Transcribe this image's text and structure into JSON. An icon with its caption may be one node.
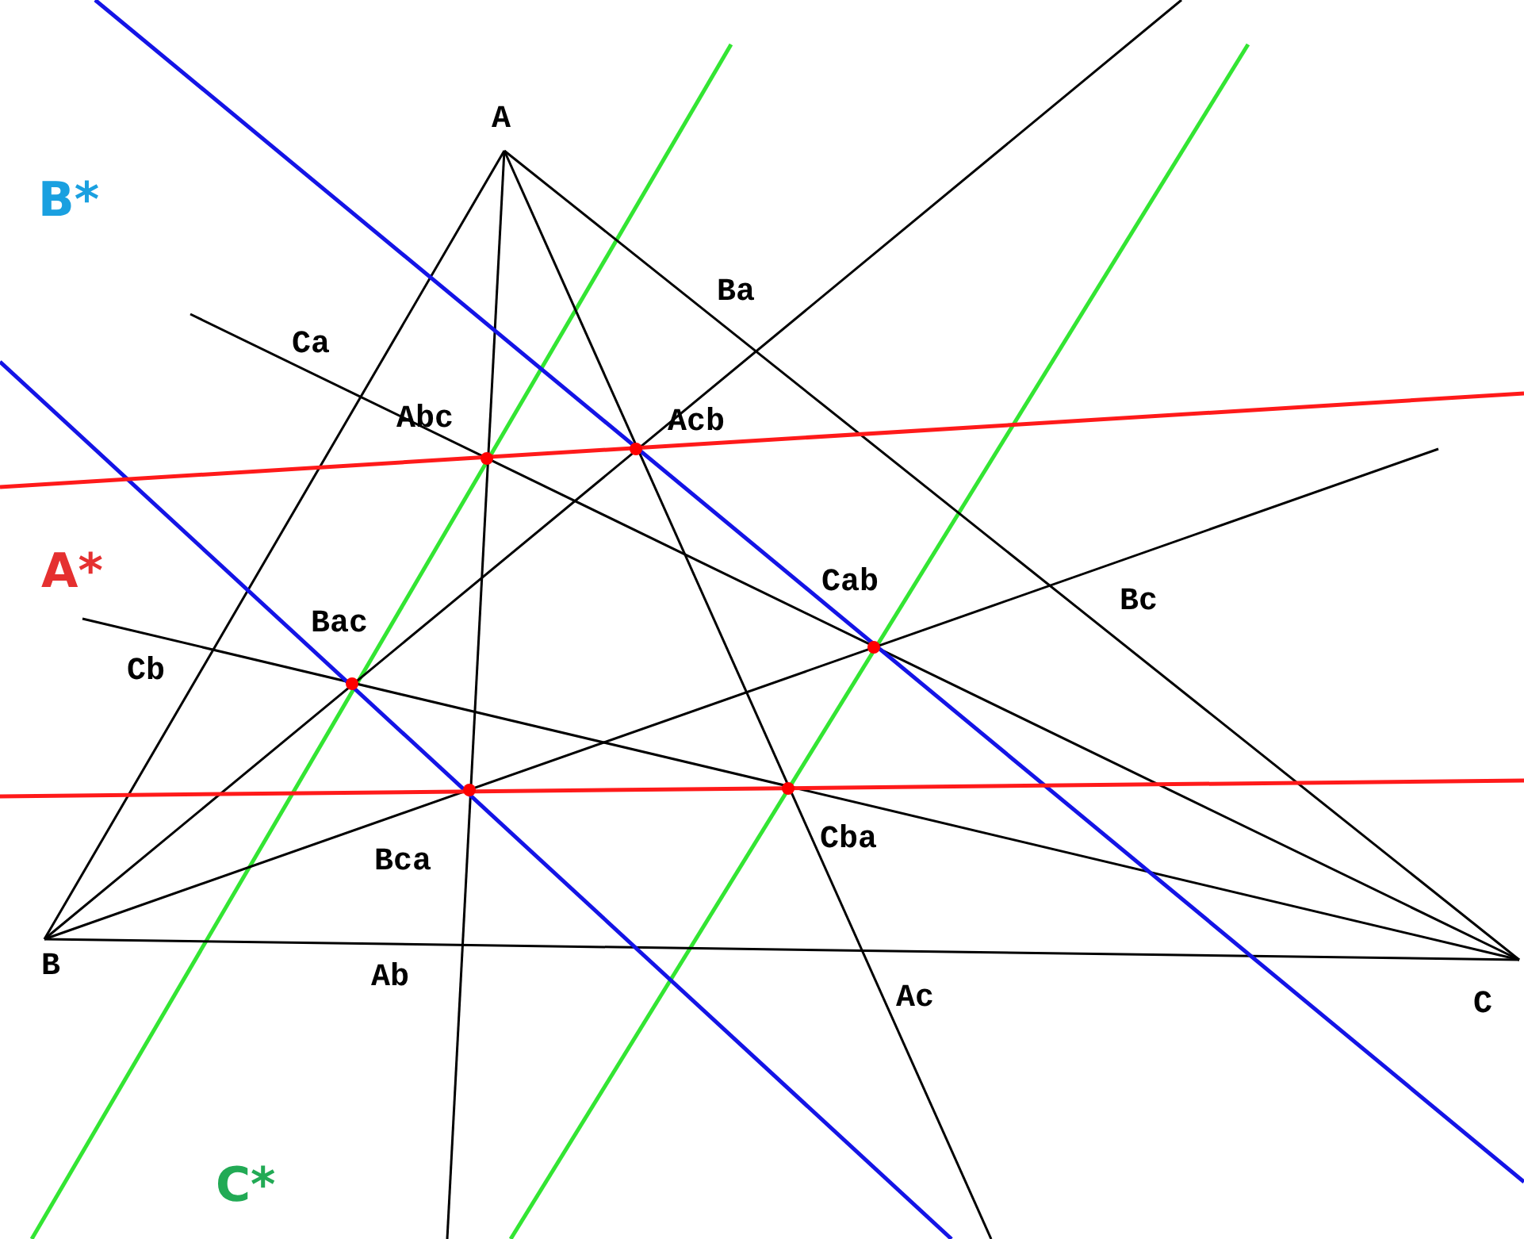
{
  "diagram": {
    "labels": [
      "A",
      "B*",
      "Ba",
      "Ca",
      "Abc",
      "Acb",
      "A*",
      "Cab",
      "Bc",
      "Bac",
      "Cb",
      "Bca",
      "Cba",
      "B",
      "Ab",
      "Ac",
      "C",
      "C*"
    ]
  }
}
